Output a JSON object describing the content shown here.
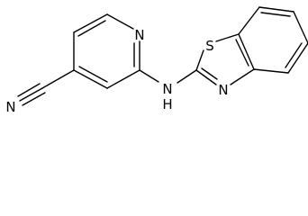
{
  "molecule": {
    "atom_labels": {
      "pyridine_n": "N",
      "nitrile_n": "N",
      "amine_nh": "N",
      "amine_h": "H",
      "sulfur": "S",
      "thiazole_n": "N"
    }
  },
  "colors": {
    "ink": "#000000",
    "background": "#ffffff"
  }
}
